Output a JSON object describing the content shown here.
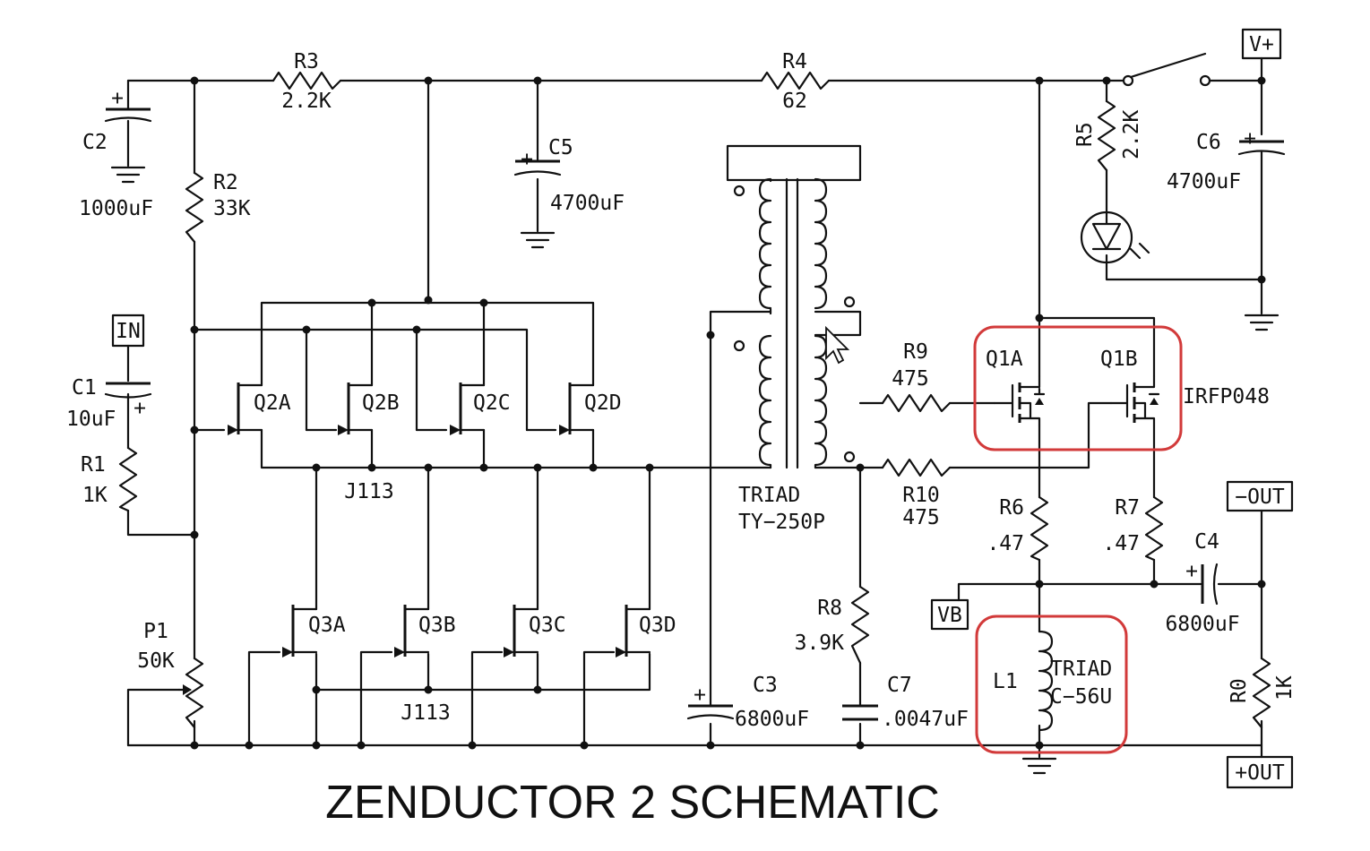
{
  "title": "ZENDUCTOR 2 SCHEMATIC",
  "ports": {
    "in": "IN",
    "vplus": "V+",
    "vb": "VB",
    "out_neg": "−OUT",
    "out_pos": "+OUT"
  },
  "components": {
    "c1": {
      "ref": "C1",
      "value": "10uF"
    },
    "c2": {
      "ref": "C2",
      "value": "1000uF"
    },
    "c3": {
      "ref": "C3",
      "value": "6800uF"
    },
    "c4": {
      "ref": "C4",
      "value": "6800uF"
    },
    "c5": {
      "ref": "C5",
      "value": "4700uF"
    },
    "c6": {
      "ref": "C6",
      "value": "4700uF"
    },
    "c7": {
      "ref": "C7",
      "value": ".0047uF"
    },
    "r0": {
      "ref": "R0",
      "value": "1K"
    },
    "r1": {
      "ref": "R1",
      "value": "1K"
    },
    "r2": {
      "ref": "R2",
      "value": "33K"
    },
    "r3": {
      "ref": "R3",
      "value": "2.2K"
    },
    "r4": {
      "ref": "R4",
      "value": "62"
    },
    "r5": {
      "ref": "R5",
      "value": "2.2K"
    },
    "r6": {
      "ref": "R6",
      "value": ".47"
    },
    "r7": {
      "ref": "R7",
      "value": ".47"
    },
    "r8": {
      "ref": "R8",
      "value": "3.9K"
    },
    "r9": {
      "ref": "R9",
      "value": "475"
    },
    "r10": {
      "ref": "R10",
      "value": "475"
    },
    "p1": {
      "ref": "P1",
      "value": "50K"
    },
    "q2": {
      "refs": [
        "Q2A",
        "Q2B",
        "Q2C",
        "Q2D"
      ],
      "part": "J113"
    },
    "q3": {
      "refs": [
        "Q3A",
        "Q3B",
        "Q3C",
        "Q3D"
      ],
      "part": "J113"
    },
    "q1": {
      "refs": [
        "Q1A",
        "Q1B"
      ],
      "part": "IRFP048"
    },
    "t1": {
      "maker": "TRIAD",
      "part": "TY−250P"
    },
    "l1": {
      "ref": "L1",
      "maker": "TRIAD",
      "part": "C−56U"
    }
  },
  "polarity": "+",
  "highlight_color": "#d23a3a"
}
